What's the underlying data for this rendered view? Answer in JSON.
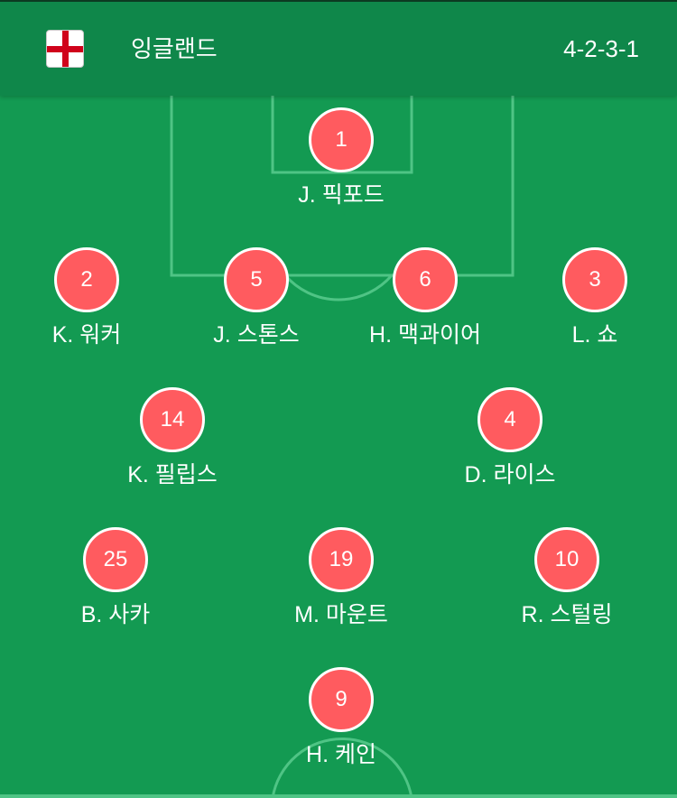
{
  "header": {
    "team_name": "잉글랜드",
    "formation": "4-2-3-1",
    "flag_icon": "england-flag-icon"
  },
  "colors": {
    "pitch": "#139a52",
    "header": "#0f874a",
    "player_circle": "#ff5b5f",
    "lines": "#4fc485"
  },
  "players": [
    {
      "number": "1",
      "name": "J. 픽포드",
      "role": "goalkeeper"
    },
    {
      "number": "2",
      "name": "K. 워커",
      "role": "defender"
    },
    {
      "number": "5",
      "name": "J. 스톤스",
      "role": "defender"
    },
    {
      "number": "6",
      "name": "H. 맥과이어",
      "role": "defender"
    },
    {
      "number": "3",
      "name": "L. 쇼",
      "role": "defender"
    },
    {
      "number": "14",
      "name": "K. 필립스",
      "role": "midfielder"
    },
    {
      "number": "4",
      "name": "D. 라이스",
      "role": "midfielder"
    },
    {
      "number": "25",
      "name": "B. 사카",
      "role": "attacking-midfielder"
    },
    {
      "number": "19",
      "name": "M. 마운트",
      "role": "attacking-midfielder"
    },
    {
      "number": "10",
      "name": "R. 스털링",
      "role": "attacking-midfielder"
    },
    {
      "number": "9",
      "name": "H. 케인",
      "role": "forward"
    }
  ]
}
